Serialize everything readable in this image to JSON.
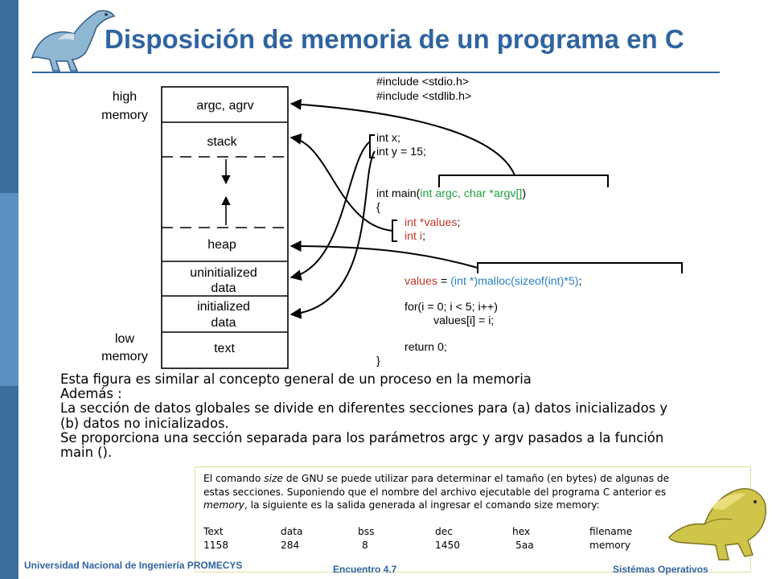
{
  "title": "Disposición de memoria de un programa en C",
  "diagram": {
    "high_label": [
      "high",
      "memory"
    ],
    "low_label": [
      "low",
      "memory"
    ],
    "segments": {
      "argc": "argc, agrv",
      "stack": "stack",
      "heap": "heap",
      "uninit": [
        "uninitialized",
        "data"
      ],
      "init": [
        "initialized",
        "data"
      ],
      "text": "text"
    },
    "code": {
      "include1": "#include <stdio.h>",
      "include2": "#include <stdlib.h>",
      "intx": "int x;",
      "inty": "int y = 15;",
      "main_sig": "int main(int argc, char *argv[])",
      "brace_open": "{",
      "values_decl": "int *values;",
      "i_decl": "int i;",
      "malloc": "values = (int *)malloc(sizeof(int)*5);",
      "for": "for(i = 0; i < 5; i++)",
      "assign": "values[i] = i;",
      "return": "return 0;",
      "brace_close": "}"
    }
  },
  "body": [
    "Esta figura es similar al concepto general de un proceso en la memoria",
    "Además :",
    "La sección de datos globales se divide en diferentes secciones para (a) datos inicializados y",
    "(b) datos no inicializados.",
    "Se proporciona una sección separada para los parámetros argc y argv pasados a la función",
    "main ()."
  ],
  "note": {
    "line1_a": "El comando ",
    "line1_em": "size",
    "line1_b": " de GNU se puede utilizar para determinar el tamaño (en bytes) de algunas de",
    "line2": "estas secciones. Suponiendo que el nombre del archivo ejecutable del programa C anterior es",
    "line3_em": "memory",
    "line3_b": ", la siguiente es la salida generada al ingresar el comando size memory:",
    "headers": [
      "Text",
      "data",
      "bss",
      "dec",
      "hex",
      "filename"
    ],
    "values": [
      "1158",
      "284",
      "8",
      "1450",
      "5aa",
      "memory"
    ]
  },
  "footer": {
    "left": "Universidad Nacional de Ingeniería PROMECYS",
    "center": "Encuentro 4.7",
    "right": "Sistémas Operativos"
  },
  "colors": {
    "title": "#2f64a0",
    "code_green": "#1f9e3e",
    "code_red": "#c0392b",
    "code_blue": "#2a7fc0"
  },
  "icons": [
    "dinosaur-logo-icon",
    "dinosaur-illustration-icon"
  ]
}
